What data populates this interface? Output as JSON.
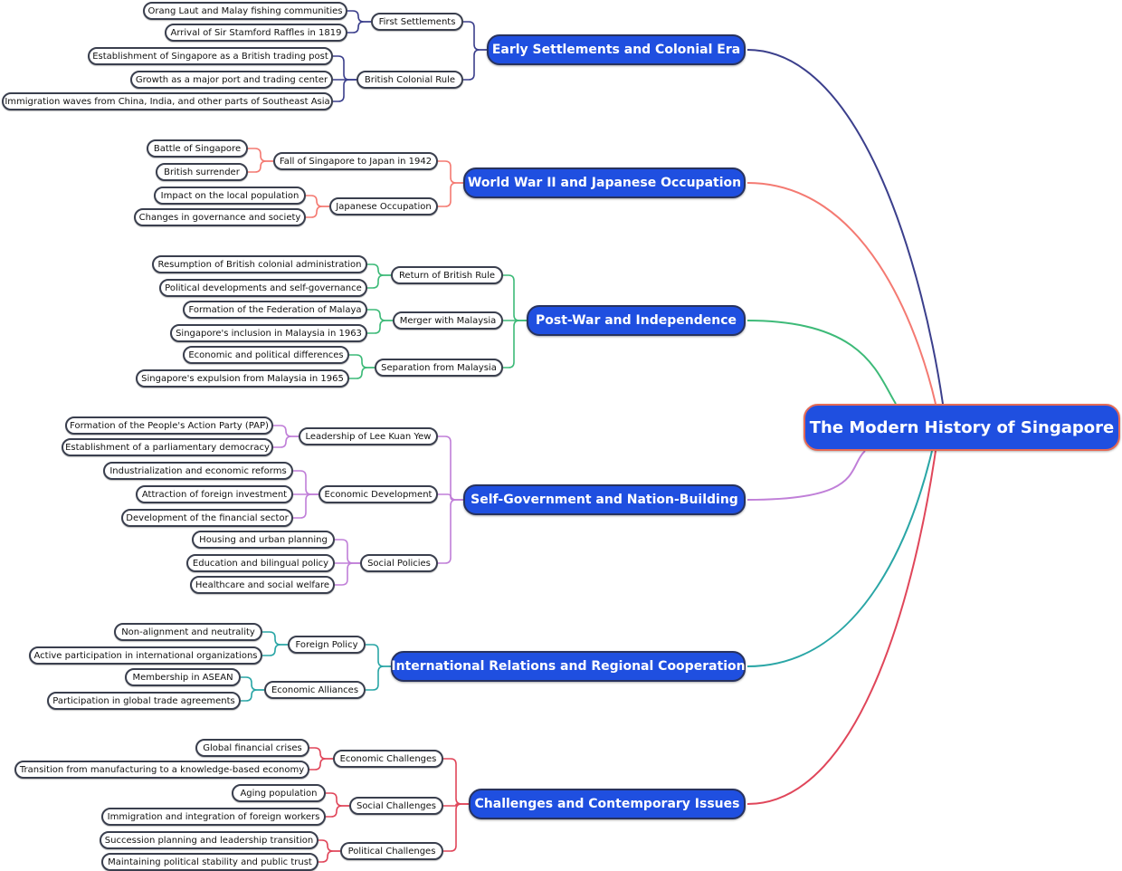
{
  "root": {
    "label": "The Modern History of Singapore",
    "color": "#1f4fe0",
    "border": "#e56a55"
  },
  "branches": [
    {
      "label": "Early Settlements and Colonial Era",
      "color": "#3b3f8c",
      "subs": [
        {
          "label": "First Settlements",
          "leaves": [
            "Orang Laut and Malay fishing communities",
            "Arrival of Sir Stamford Raffles in 1819"
          ]
        },
        {
          "label": "British Colonial Rule",
          "leaves": [
            "Establishment of Singapore as a British trading post",
            "Growth as a major port and trading center",
            "Immigration waves from China, India, and other parts of Southeast Asia"
          ]
        }
      ]
    },
    {
      "label": "World War II and Japanese Occupation",
      "color": "#f47a72",
      "subs": [
        {
          "label": "Fall of Singapore to Japan in 1942",
          "leaves": [
            "Battle of Singapore",
            "British surrender"
          ]
        },
        {
          "label": "Japanese Occupation",
          "leaves": [
            "Impact on the local population",
            "Changes in governance and society"
          ]
        }
      ]
    },
    {
      "label": "Post-War and Independence",
      "color": "#3dba78",
      "subs": [
        {
          "label": "Return of British Rule",
          "leaves": [
            "Resumption of British colonial administration",
            "Political developments and self-governance"
          ]
        },
        {
          "label": "Merger with Malaysia",
          "leaves": [
            "Formation of the Federation of Malaya",
            "Singapore's inclusion in Malaysia in 1963"
          ]
        },
        {
          "label": "Separation from Malaysia",
          "leaves": [
            "Economic and political differences",
            "Singapore's expulsion from Malaysia in 1965"
          ]
        }
      ]
    },
    {
      "label": "Self-Government and Nation-Building",
      "color": "#c07fd8",
      "subs": [
        {
          "label": "Leadership of Lee Kuan Yew",
          "leaves": [
            "Formation of the People's Action Party (PAP)",
            "Establishment of a parliamentary democracy"
          ]
        },
        {
          "label": "Economic Development",
          "leaves": [
            "Industrialization and economic reforms",
            "Attraction of foreign investment",
            "Development of the financial sector"
          ]
        },
        {
          "label": "Social Policies",
          "leaves": [
            "Housing and urban planning",
            "Education and bilingual policy",
            "Healthcare and social welfare"
          ]
        }
      ]
    },
    {
      "label": "International Relations and Regional Cooperation",
      "color": "#2aa6a6",
      "subs": [
        {
          "label": "Foreign Policy",
          "leaves": [
            "Non-alignment and neutrality",
            "Active participation in international organizations"
          ]
        },
        {
          "label": "Economic Alliances",
          "leaves": [
            "Membership in ASEAN",
            "Participation in global trade agreements"
          ]
        }
      ]
    },
    {
      "label": "Challenges and Contemporary Issues",
      "color": "#e0465a",
      "subs": [
        {
          "label": "Economic Challenges",
          "leaves": [
            "Global financial crises",
            "Transition from manufacturing to a knowledge-based economy"
          ]
        },
        {
          "label": "Social Challenges",
          "leaves": [
            "Aging population",
            "Immigration and integration of foreign workers"
          ]
        },
        {
          "label": "Political Challenges",
          "leaves": [
            "Succession planning and leadership transition",
            "Maintaining political stability and public trust"
          ]
        }
      ]
    }
  ]
}
